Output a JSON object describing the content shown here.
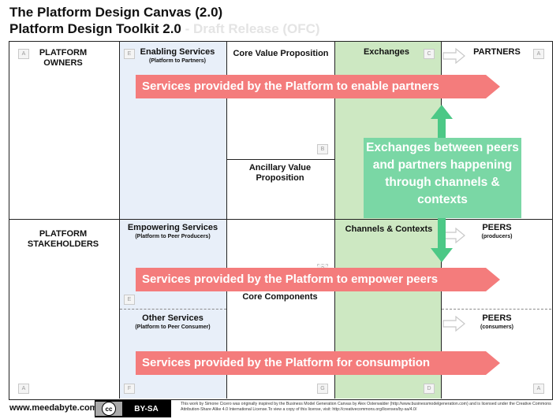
{
  "title": {
    "line1": "The Platform Design Canvas (2.0)",
    "line2": "Platform Design Toolkit 2.0",
    "line2_suffix": " - Draft Release (OFC)"
  },
  "blocks": {
    "platform_owners": "PLATFORM OWNERS",
    "platform_stakeholders": "PLATFORM STAKEHOLDERS",
    "enabling_services": "Enabling Services",
    "enabling_services_sub": "(Platform to Partners)",
    "empowering_services": "Empowering Services",
    "empowering_services_sub": "(Platform to Peer Producers)",
    "other_services": "Other Services",
    "other_services_sub": "(Platform to Peer Consumer)",
    "core_value_proposition": "Core Value Proposition",
    "ancillary_value_proposition": "Ancillary Value Proposition",
    "infrastructure": "Infrastructure and Core Components",
    "exchanges": "Exchanges",
    "channels_contexts": "Channels & Contexts",
    "partners": "PARTNERS",
    "peers_producers": "PEERS",
    "peers_producers_sub": "(producers)",
    "peers_consumers": "PEERS",
    "peers_consumers_sub": "(consumers)"
  },
  "letters": {
    "a1": "A",
    "e1": "E",
    "c": "C",
    "a2": "A",
    "b": "B",
    "q": "?",
    "e2": "E",
    "a3": "A",
    "f": "F",
    "g": "G",
    "d": "D",
    "a4": "A"
  },
  "banners": {
    "enable": "Services provided by the Platform to enable partners",
    "empower": "Services provided by the Platform to empower peers",
    "consumption": "Services provided by the Platform for consumption"
  },
  "exchanges_box": "Exchanges between peers and partners happening through channels & contexts",
  "footer": {
    "site": "www.meedabyte.com",
    "cc_left": "cc",
    "cc_right": "BY-SA",
    "license": "This work by Simone Cicero was originally inspired by the Business Model Generation Canvas by Alex Osterwalder (http://www.businessmodelgeneration.com) and is licensed under the Creative Commons Attribution-Share Alike 4.0 International License.To view a copy of this license, visit: http://creativecommons.org/licenses/by-sa/4.0/"
  },
  "colors": {
    "banner": "#f47c7c",
    "exchanges_box": "#7ad7a5",
    "exchanges_column": "#cde8c2",
    "services_column": "#e8eff9"
  }
}
